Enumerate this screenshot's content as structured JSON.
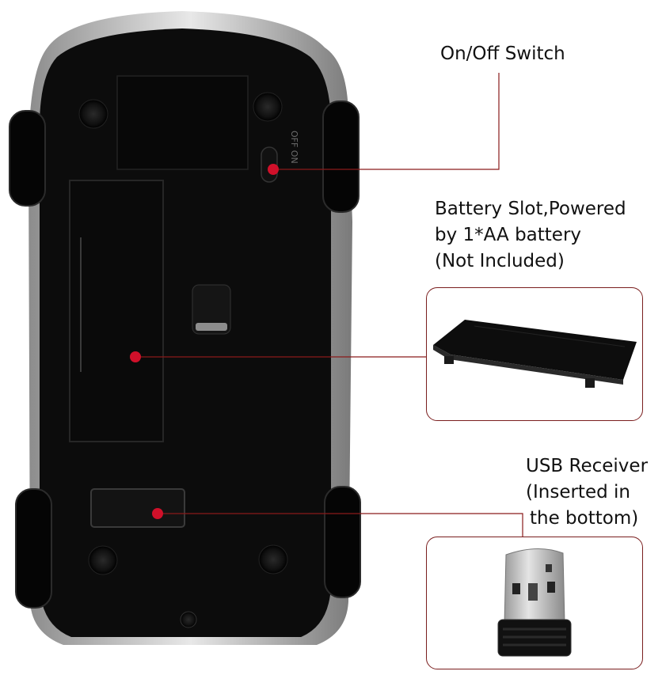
{
  "callouts": {
    "switch": "On/Off Switch",
    "battery": [
      "Battery Slot,Powered",
      "by 1*AA battery",
      "(Not Included)"
    ],
    "usb": [
      "USB Receiver",
      "(Inserted in",
      "the bottom)"
    ]
  },
  "switch_marking": "OFF ON",
  "colors": {
    "marker": "#d0102a",
    "leader": "#8a1a1a",
    "inset_border": "#7a1e1e",
    "mouse_body": "#0c0c0c"
  },
  "icons": [
    "mouse-underside-illustration",
    "battery-cover-illustration",
    "usb-receiver-illustration"
  ]
}
